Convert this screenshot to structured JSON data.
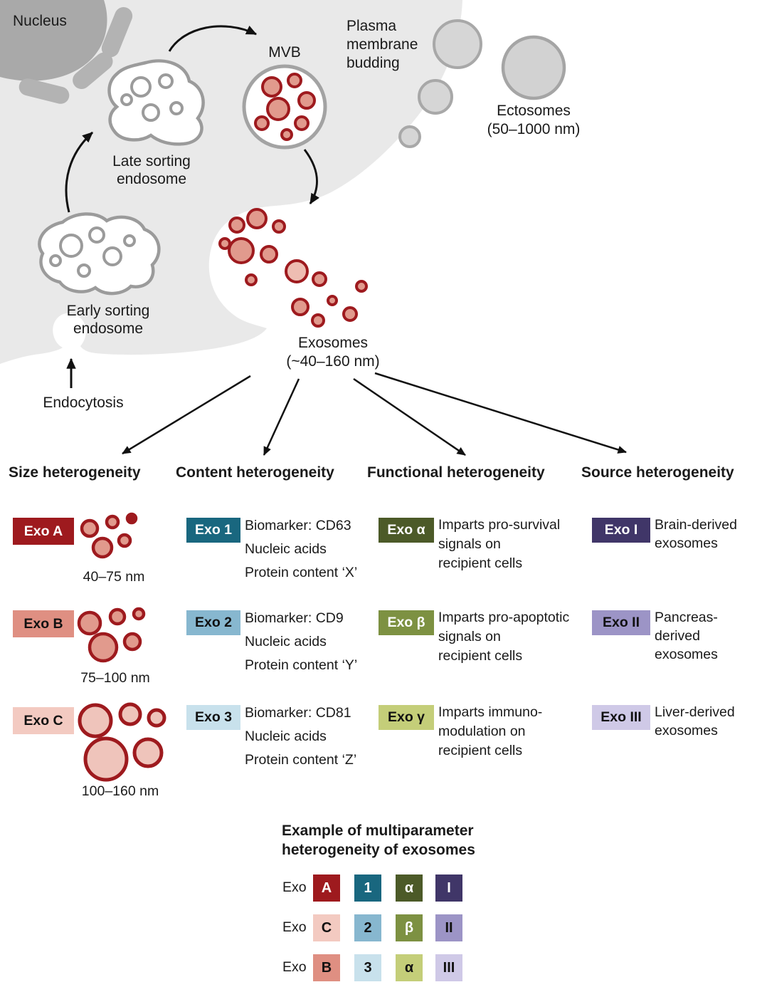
{
  "colors": {
    "exoA": "#9e1a1e",
    "exoB": "#df8f82",
    "exoC": "#f3cac1",
    "exo1": "#19677f",
    "exo2": "#87b7cf",
    "exo3": "#c8e1ec",
    "exoAlpha": "#4c5a28",
    "exoBeta": "#7d9142",
    "exoGamma": "#c4ce79",
    "exoI": "#403668",
    "exoII": "#9c94c6",
    "exoIII": "#cfc9e7"
  },
  "diagram": {
    "nucleus": "Nucleus",
    "late_endosome_line1": "Late sorting",
    "late_endosome_line2": "endosome",
    "mvb": "MVB",
    "plasma_line1": "Plasma",
    "plasma_line2": "membrane",
    "plasma_line3": "budding",
    "ectosomes_line1": "Ectosomes",
    "ectosomes_line2": "(50–1000 nm)",
    "early_endosome_line1": "Early sorting",
    "early_endosome_line2": "endosome",
    "endocytosis": "Endocytosis",
    "exosomes_line1": "Exosomes",
    "exosomes_line2": "(~40–160 nm)"
  },
  "sections": {
    "size": {
      "header": "Size heterogeneity",
      "items": [
        {
          "badge": "Exo A",
          "range": "40–75 nm"
        },
        {
          "badge": "Exo B",
          "range": "75–100 nm"
        },
        {
          "badge": "Exo C",
          "range": "100–160 nm"
        }
      ]
    },
    "content": {
      "header": "Content heterogeneity",
      "items": [
        {
          "badge": "Exo 1",
          "line1": "Biomarker: CD63",
          "line2": "Nucleic acids",
          "line3": "Protein content ‘X’"
        },
        {
          "badge": "Exo 2",
          "line1": "Biomarker: CD9",
          "line2": "Nucleic acids",
          "line3": "Protein content ‘Y’"
        },
        {
          "badge": "Exo 3",
          "line1": "Biomarker: CD81",
          "line2": "Nucleic acids",
          "line3": "Protein content ‘Z’"
        }
      ]
    },
    "functional": {
      "header": "Functional heterogeneity",
      "items": [
        {
          "badge": "Exo α",
          "line1": "Imparts pro-survival",
          "line2": "signals on",
          "line3": "recipient cells"
        },
        {
          "badge": "Exo β",
          "line1": "Imparts pro-apoptotic",
          "line2": "signals on",
          "line3": "recipient cells"
        },
        {
          "badge": "Exo γ",
          "line1": "Imparts immuno-",
          "line2": "modulation on",
          "line3": "recipient cells"
        }
      ]
    },
    "source": {
      "header": "Source heterogeneity",
      "items": [
        {
          "badge": "Exo I",
          "line1": "Brain-derived",
          "line2": "exosomes",
          "line3": ""
        },
        {
          "badge": "Exo II",
          "line1": "Pancreas-",
          "line2": "derived",
          "line3": "exosomes"
        },
        {
          "badge": "Exo III",
          "line1": "Liver-derived",
          "line2": "exosomes",
          "line3": ""
        }
      ]
    }
  },
  "example": {
    "title_line1": "Example of multiparameter",
    "title_line2": "heterogeneity of exosomes",
    "rows": [
      {
        "label": "Exo",
        "cells": [
          {
            "text": "A"
          },
          {
            "text": "1"
          },
          {
            "text": "α"
          },
          {
            "text": "I"
          }
        ]
      },
      {
        "label": "Exo",
        "cells": [
          {
            "text": "C"
          },
          {
            "text": "2"
          },
          {
            "text": "β"
          },
          {
            "text": "II"
          }
        ]
      },
      {
        "label": "Exo",
        "cells": [
          {
            "text": "B"
          },
          {
            "text": "3"
          },
          {
            "text": "α"
          },
          {
            "text": "III"
          }
        ]
      }
    ]
  }
}
